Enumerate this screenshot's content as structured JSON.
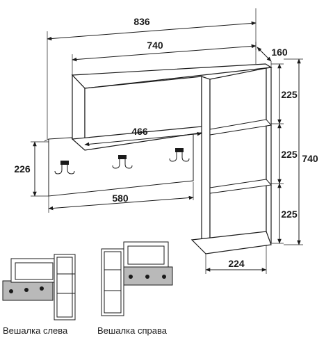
{
  "dimensions": {
    "overall_width": "836",
    "top_shelf_width": "740",
    "depth": "160",
    "inner_shelf_width": "466",
    "hanger_height": "226",
    "hanger_width": "580",
    "section_height_1": "225",
    "section_height_2": "225",
    "section_height_3": "225",
    "total_height": "740",
    "column_width": "224"
  },
  "captions": {
    "left_variant": "Вешалка слева",
    "right_variant": "Вешалка справа"
  }
}
